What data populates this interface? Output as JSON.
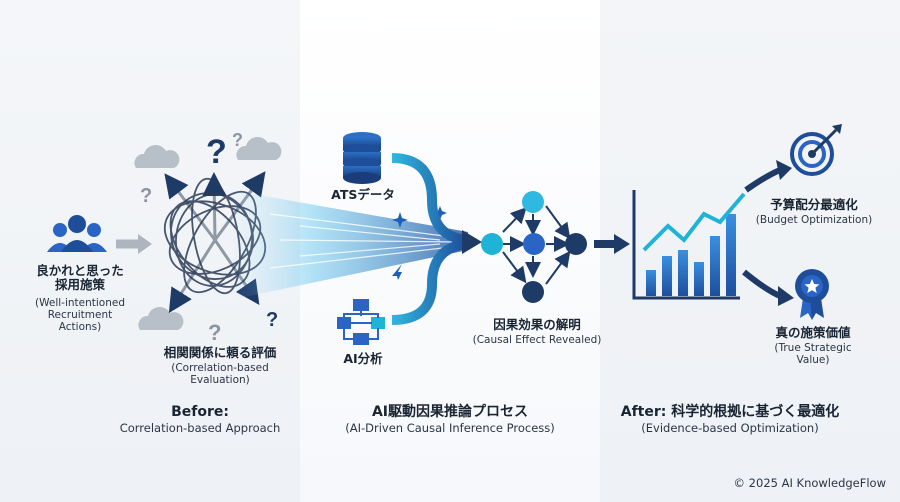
{
  "left": {
    "recruit_jp": "良かれと思った\n採用施策",
    "recruit_en": "(Well-intentioned\nRecruitment\nActions)",
    "eval_jp": "相関関係に頼る評価",
    "eval_en": "(Correlation-based\nEvaluation)",
    "title": "Before:",
    "subtitle": "Correlation-based Approach"
  },
  "mid": {
    "ats": "ATSデータ",
    "ai": "AI分析",
    "causal_jp": "因果効果の解明",
    "causal_en": "(Causal Effect Revealed)",
    "title": "AI駆動因果推論プロセス",
    "subtitle": "(AI-Driven Causal Inference Process)"
  },
  "right": {
    "budget_jp": "予算配分最適化",
    "budget_en": "(Budget Optimization)",
    "value_jp": "真の施策価値",
    "value_en": "(True Strategic\nValue)",
    "title": "After: 科学的根拠に基づく最適化",
    "subtitle": "(Evidence-based Optimization)"
  },
  "footer": {
    "copyright": "© 2025 AI KnowledgeFlow"
  },
  "colors": {
    "navy": "#1e3a66",
    "blue": "#2a64c4",
    "cyan": "#1fb3d6",
    "gray": "#6b7584"
  }
}
